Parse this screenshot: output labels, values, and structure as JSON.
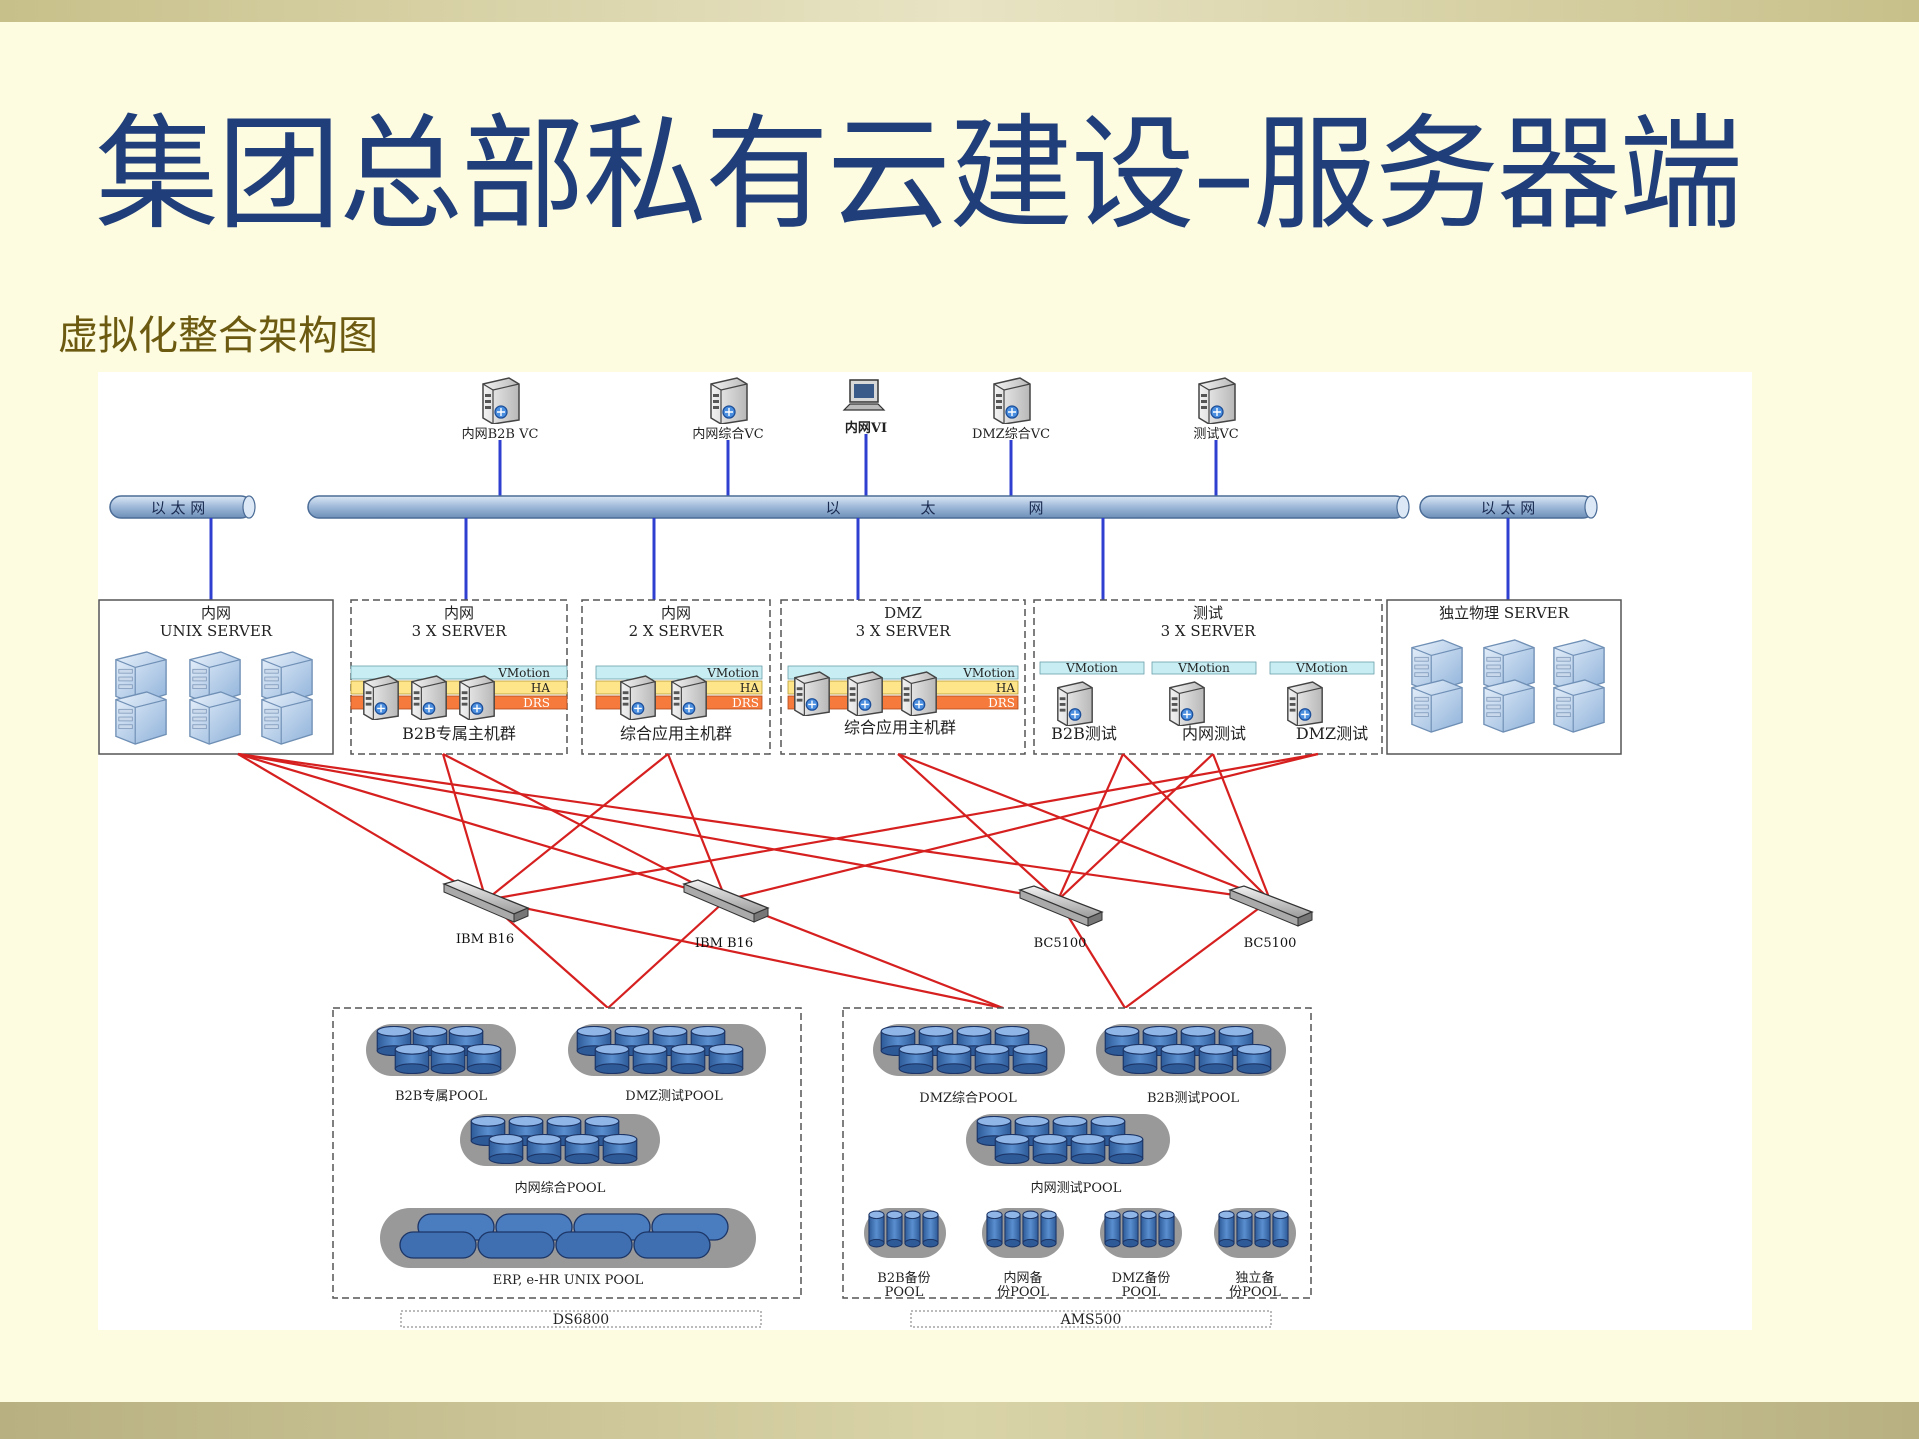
{
  "slide": {
    "title": "集团总部私有云建设–服务器端",
    "subtitle": "虚拟化整合架构图"
  },
  "diagram": {
    "vcenters": [
      {
        "label": "内网B2B VC",
        "icon": "server-icon"
      },
      {
        "label": "内网综合VC",
        "icon": "server-icon"
      },
      {
        "label": "内网VI",
        "icon": "workstation-icon"
      },
      {
        "label": "DMZ综合VC",
        "icon": "server-icon"
      },
      {
        "label": "测试VC",
        "icon": "server-icon"
      }
    ],
    "ethernet": {
      "left": "以 太 网",
      "center": [
        "以",
        "太",
        "网"
      ],
      "right": "以 太 网"
    },
    "server_groups": [
      {
        "line1": "内网",
        "line2": "UNIX SERVER"
      },
      {
        "line1": "内网",
        "line2": "3 X SERVER",
        "cluster": "B2B专属主机群"
      },
      {
        "line1": "内网",
        "line2": "2 X SERVER",
        "cluster": "综合应用主机群"
      },
      {
        "line1": "DMZ",
        "line2": "3 X SERVER",
        "cluster": "综合应用主机群"
      },
      {
        "line1": "测试",
        "line2": "3 X SERVER",
        "hosts": [
          "B2B测试",
          "内网测试",
          "DMZ测试"
        ]
      },
      {
        "line1": "独立物理 SERVER"
      }
    ],
    "layers": {
      "vmotion": "VMotion",
      "ha": "HA",
      "drs": "DRS"
    },
    "switches": [
      "IBM B16",
      "IBM B16",
      "BC5100",
      "BC5100"
    ],
    "storage": {
      "ds6800": {
        "label": "DS6800",
        "pools": [
          "B2B专属POOL",
          "DMZ测试POOL",
          "内网综合POOL",
          "ERP, e-HR UNIX POOL"
        ]
      },
      "ams500": {
        "label": "AMS500",
        "pools": [
          "DMZ综合POOL",
          "B2B测试POOL",
          "内网测试POOL"
        ],
        "backup_pools": [
          {
            "line1": "B2B备份",
            "line2": "POOL"
          },
          {
            "line1": "内网备",
            "line2": "份POOL"
          },
          {
            "line1": "DMZ备份",
            "line2": "POOL"
          },
          {
            "line1": "独立备",
            "line2": "份POOL"
          }
        ]
      }
    },
    "colors": {
      "title": "#1f3e7a",
      "subtitle": "#6b5a10",
      "ethernet_pipe": "#9db8d8",
      "link_blue": "#2f3fd0",
      "san_red": "#d62020",
      "vmotion": "#c8eef3",
      "ha": "#ffe58a",
      "drs": "#f57a3c",
      "disk": "#3f6fb0"
    }
  }
}
